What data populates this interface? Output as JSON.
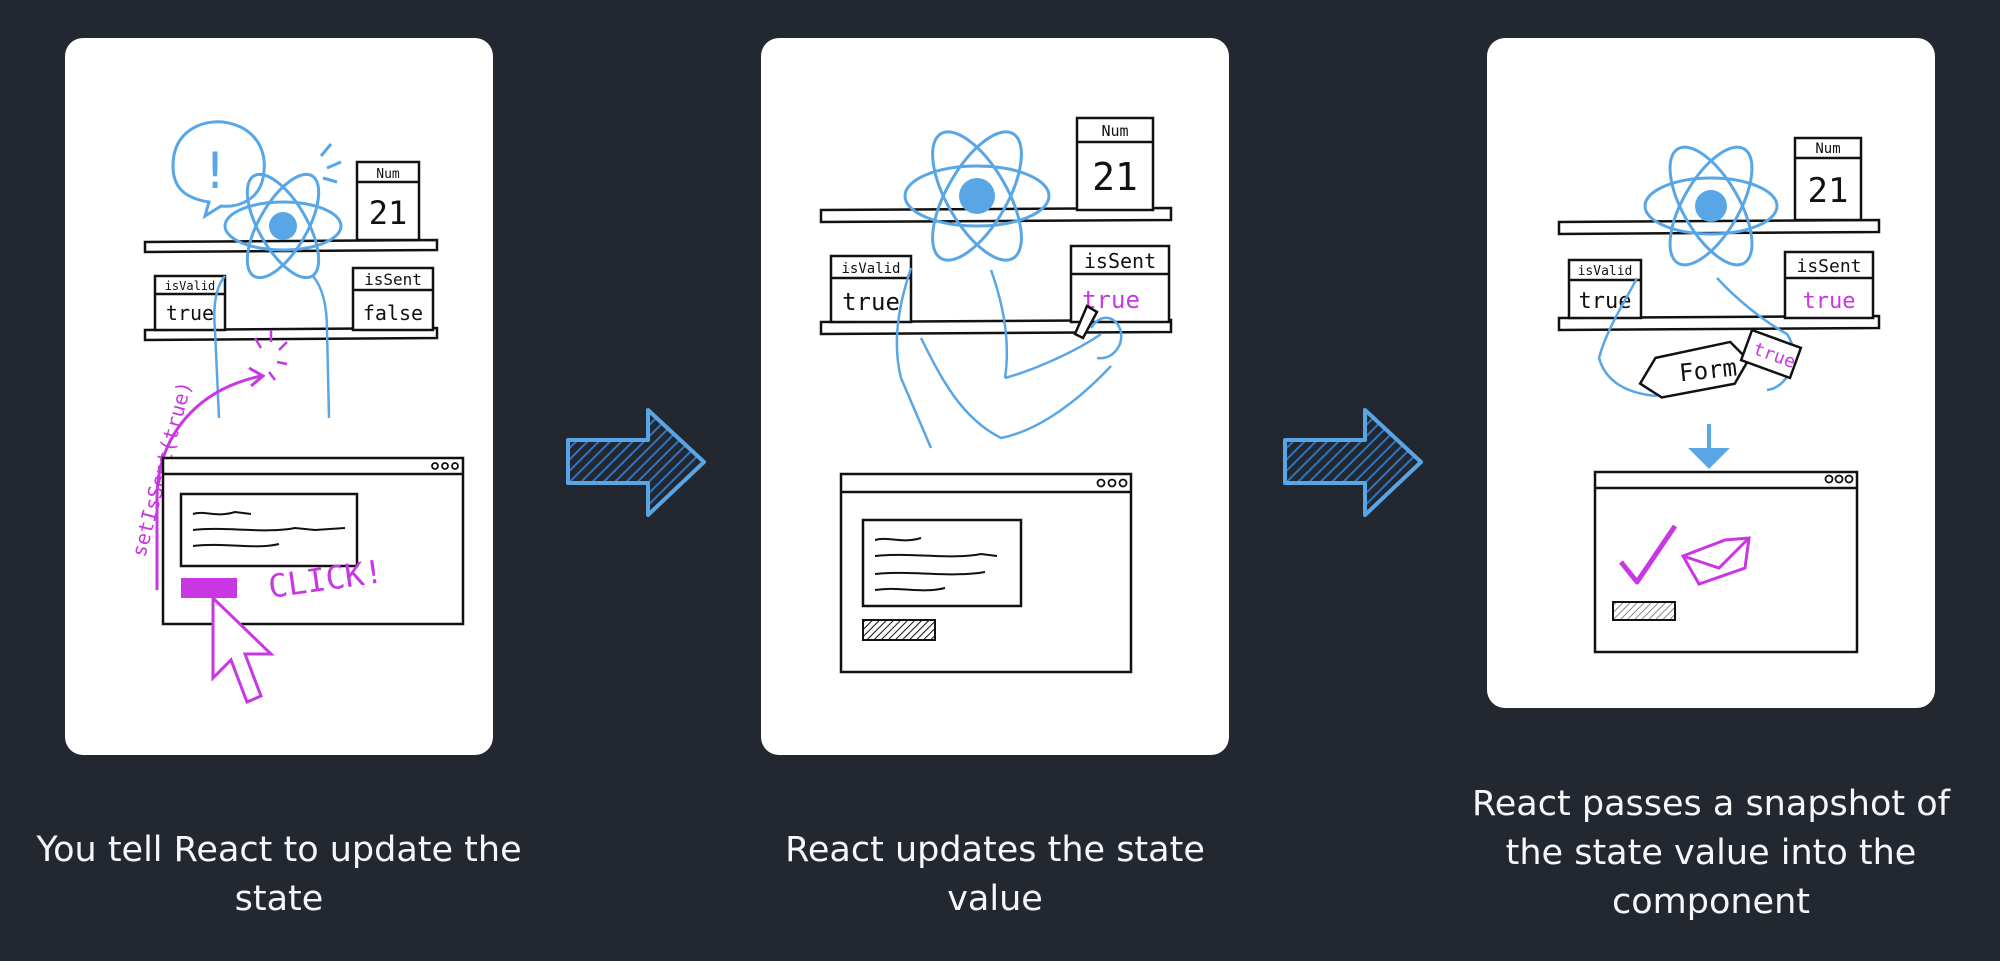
{
  "colors": {
    "background": "#23272f",
    "card": "#ffffff",
    "react_blue": "#58a6e6",
    "highlight": "#c936e3",
    "ink": "#111111",
    "caption_text": "#f6f7f9"
  },
  "steps": [
    {
      "caption": "You tell React to update the state",
      "labels": {
        "num_label": "Num",
        "num_value": "21",
        "is_valid_label": "isValid",
        "is_valid_value": "true",
        "is_sent_label": "isSent",
        "is_sent_value": "false",
        "setter_call": "setIsSent(true)",
        "click": "CLICK!",
        "alert": "!"
      },
      "icons": [
        "react-atom-icon",
        "alert-bubble-icon",
        "cursor-arrow-icon",
        "browser-window-icon"
      ]
    },
    {
      "caption": "React updates the state value",
      "labels": {
        "num_label": "Num",
        "num_value": "21",
        "is_valid_label": "isValid",
        "is_valid_value": "true",
        "is_sent_label": "isSent",
        "is_sent_value": "true"
      },
      "icons": [
        "react-atom-icon",
        "marker-icon",
        "browser-window-icon"
      ]
    },
    {
      "caption": "React passes a snapshot of the state value into the component",
      "labels": {
        "num_label": "Num",
        "num_value": "21",
        "is_valid_label": "isValid",
        "is_valid_value": "true",
        "is_sent_label": "isSent",
        "is_sent_value": "true",
        "form_tag": "Form",
        "form_tag_value": "true"
      },
      "icons": [
        "react-atom-icon",
        "checkmark-icon",
        "envelope-icon",
        "down-arrow-icon",
        "browser-window-icon"
      ]
    }
  ],
  "arrows": [
    "right-arrow-icon",
    "right-arrow-icon"
  ]
}
